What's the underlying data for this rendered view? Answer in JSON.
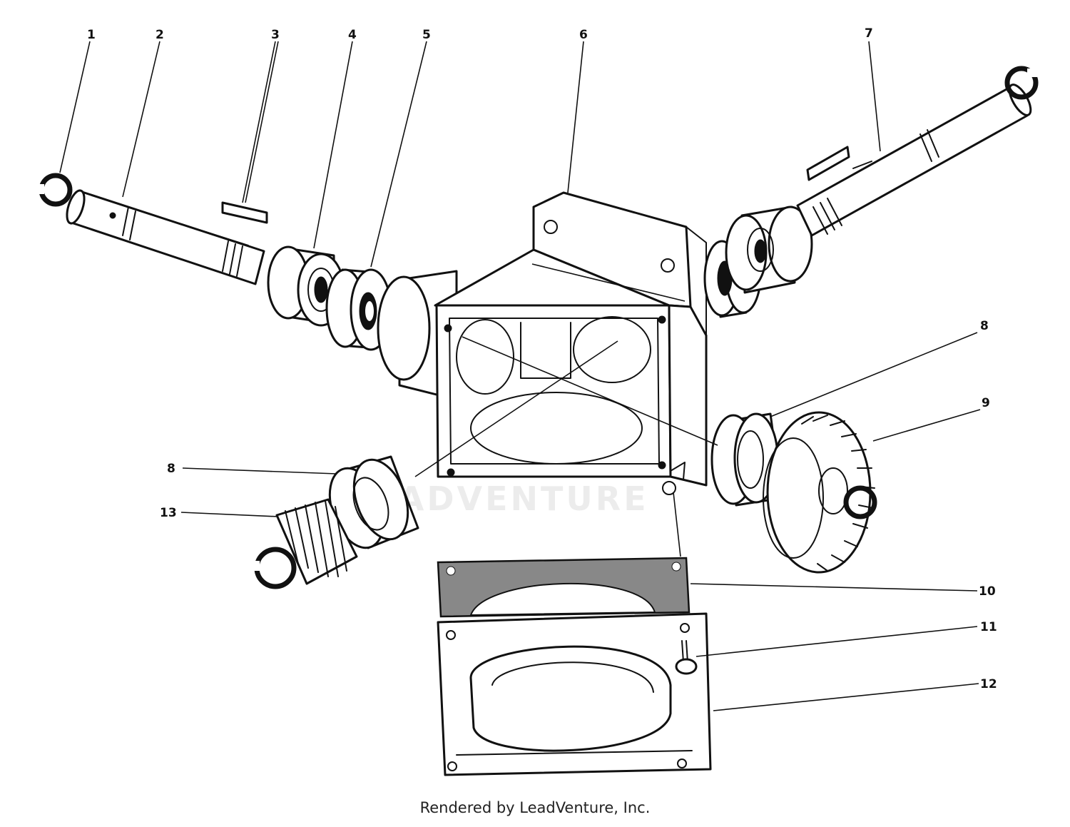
{
  "callouts": {
    "c1": "1",
    "c2": "2",
    "c3": "3",
    "c4": "4",
    "c5": "5",
    "c6": "6",
    "c7": "7",
    "c8a": "8",
    "c8b": "8",
    "c9": "9",
    "c10": "10",
    "c11": "11",
    "c12": "12",
    "c13": "13"
  },
  "watermark": "LEADVENTURE",
  "footer": "Rendered by LeadVenture, Inc.",
  "colors": {
    "ink": "#111111",
    "background": "#ffffff"
  }
}
